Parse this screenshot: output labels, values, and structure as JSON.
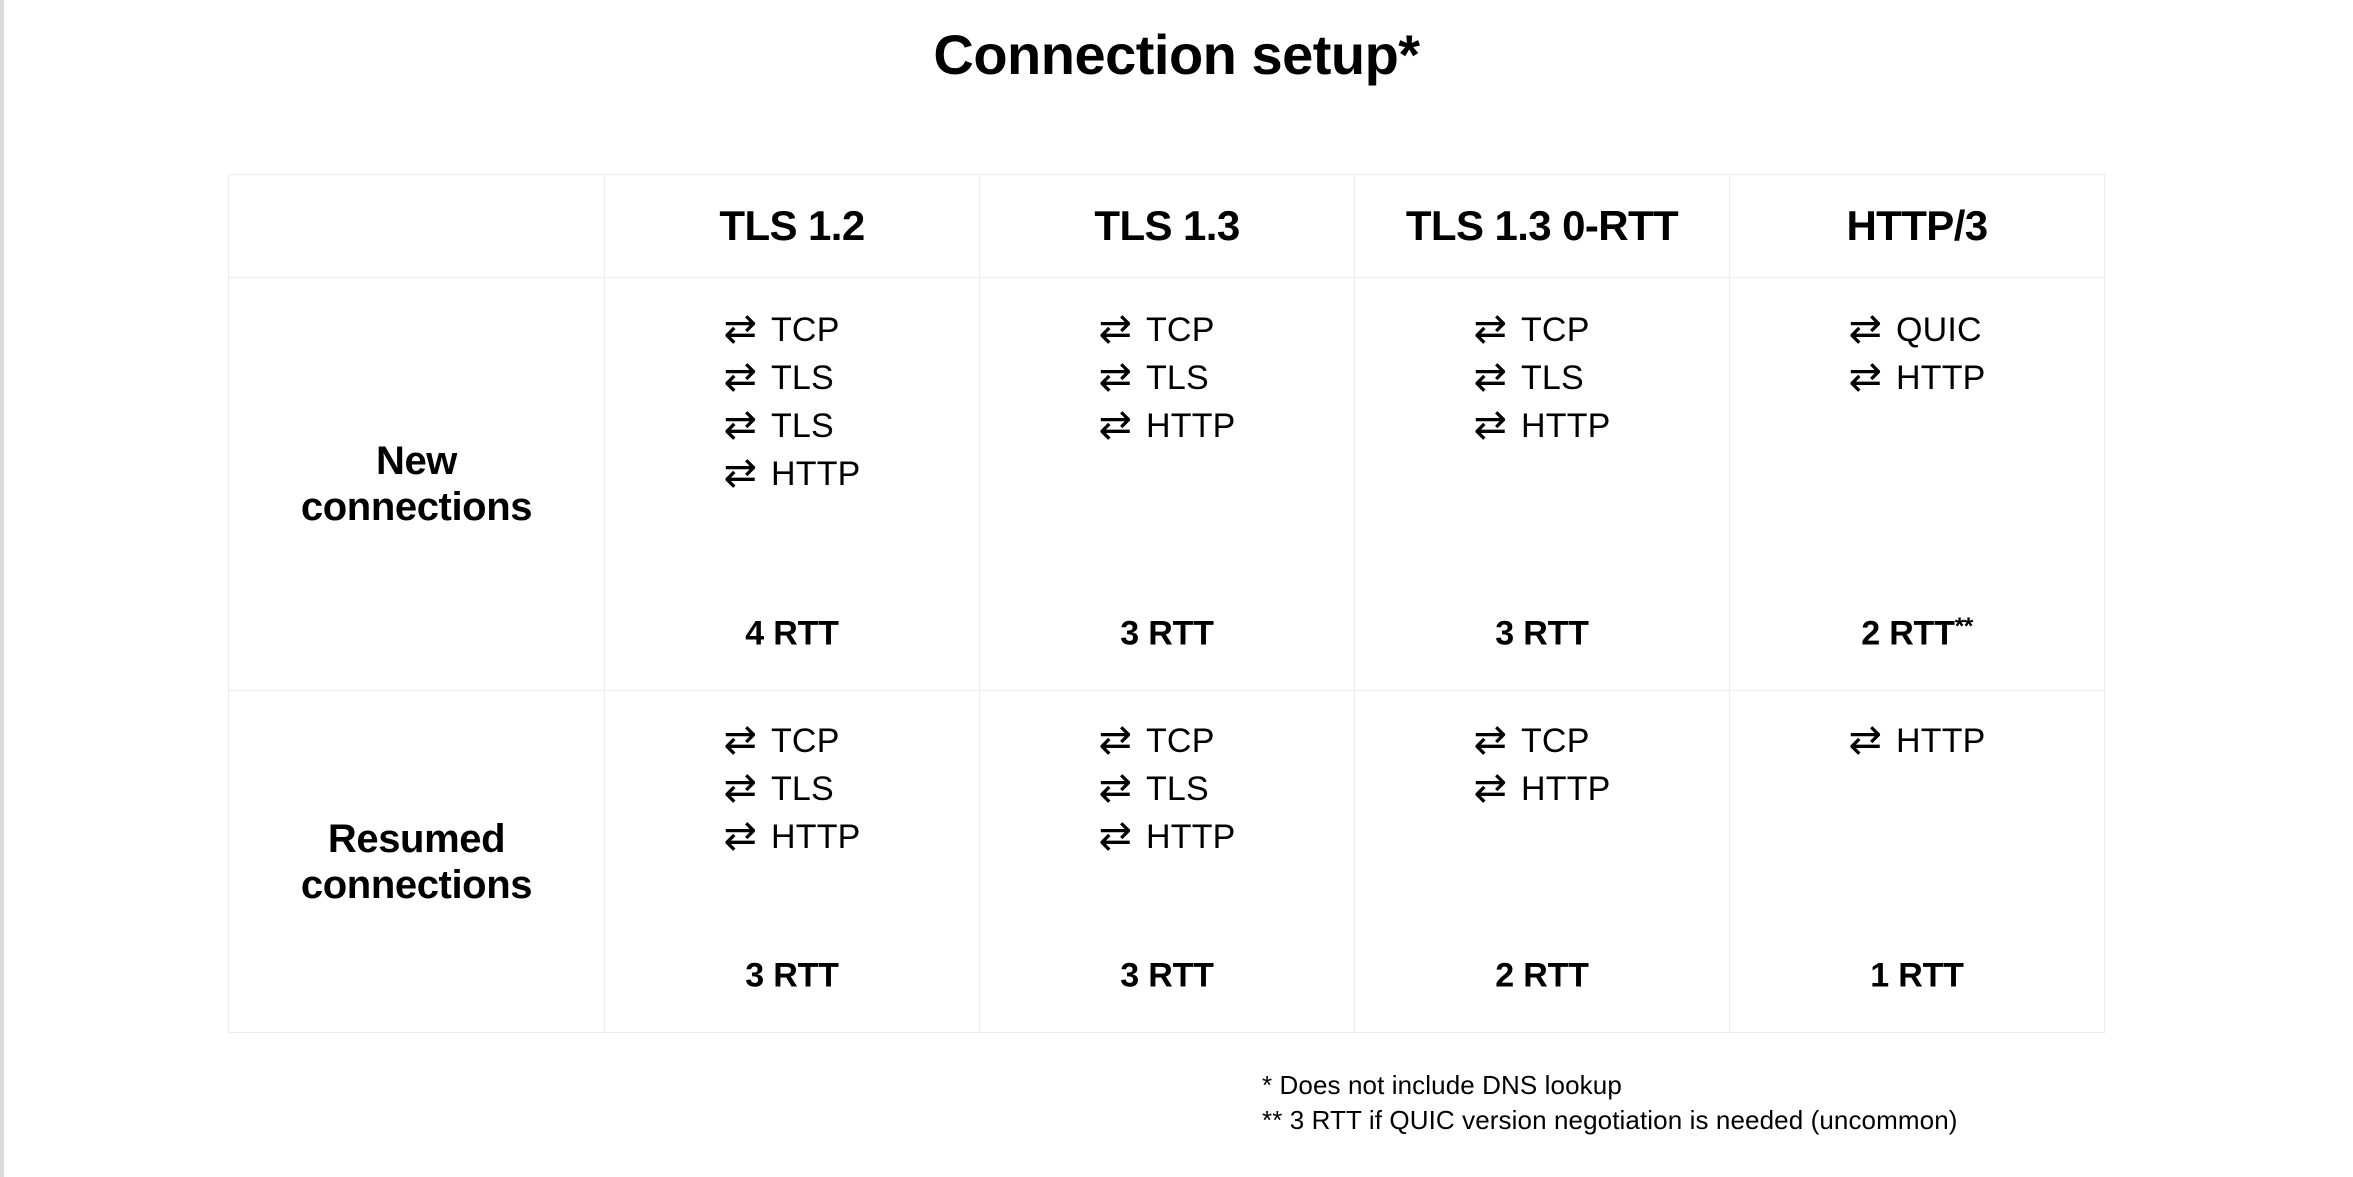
{
  "title": "Connection setup*",
  "table": {
    "corner_label": "",
    "columns": [
      "TLS 1.2",
      "TLS 1.3",
      "TLS 1.3 0-RTT",
      "HTTP/3"
    ],
    "arrow_icon": "⇄",
    "rows": [
      {
        "label": "New\nconnections",
        "cells": [
          {
            "steps": [
              "TCP",
              "TLS",
              "TLS",
              "HTTP"
            ],
            "rtt": "4 RTT",
            "rtt_note": ""
          },
          {
            "steps": [
              "TCP",
              "TLS",
              "HTTP"
            ],
            "rtt": "3 RTT",
            "rtt_note": ""
          },
          {
            "steps": [
              "TCP",
              "TLS",
              "HTTP"
            ],
            "rtt": "3 RTT",
            "rtt_note": ""
          },
          {
            "steps": [
              "QUIC",
              "HTTP"
            ],
            "rtt": "2 RTT",
            "rtt_note": "**"
          }
        ]
      },
      {
        "label": "Resumed\nconnections",
        "cells": [
          {
            "steps": [
              "TCP",
              "TLS",
              "HTTP"
            ],
            "rtt": "3 RTT",
            "rtt_note": ""
          },
          {
            "steps": [
              "TCP",
              "TLS",
              "HTTP"
            ],
            "rtt": "3 RTT",
            "rtt_note": ""
          },
          {
            "steps": [
              "TCP",
              "HTTP"
            ],
            "rtt": "2 RTT",
            "rtt_note": ""
          },
          {
            "steps": [
              "HTTP"
            ],
            "rtt": "1 RTT",
            "rtt_note": ""
          }
        ]
      }
    ]
  },
  "footnotes": [
    "* Does not include DNS lookup",
    "** 3 RTT if QUIC version negotiation is needed (uncommon)"
  ],
  "colors": {
    "background": "#ffffff",
    "text": "#000000",
    "grid_line": "#eceded",
    "left_edge": "#d9dadc"
  }
}
